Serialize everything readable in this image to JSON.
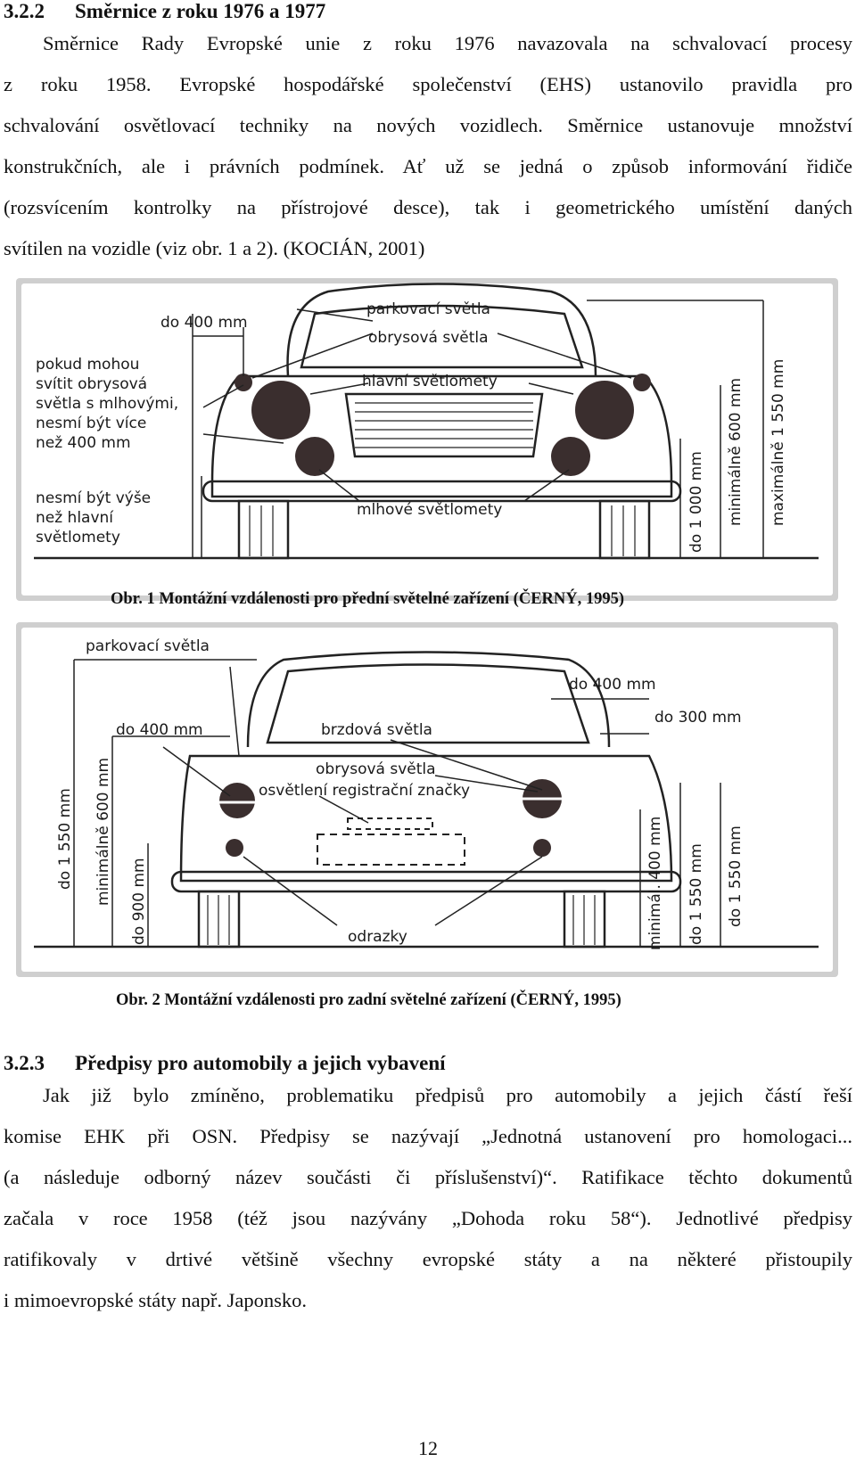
{
  "section_322": {
    "number": "3.2.2",
    "title": "Směrnice z roku 1976 a 1977",
    "lines": [
      "Směrnice Rady Evropské unie z roku 1976 navazovala na schvalovací procesy",
      "z roku 1958. Evropské hospodářské společenství (EHS) ustanovilo pravidla pro",
      "schvalování osvětlovací techniky na nových vozidlech. Směrnice ustanovuje množství",
      "konstrukčních, ale i právních podmínek. Ať už se jedná o způsob informování řidiče",
      "(rozsvícením kontrolky na přístrojové desce), tak i geometrického umístění daných",
      "svítilen na vozidle (viz obr. 1 a 2). (KOCIÁN, 2001)"
    ]
  },
  "figure1": {
    "caption": "Obr. 1 Montážní vzdálenosti pro přední světelné zařízení (ČERNÝ, 1995)",
    "labels": {
      "do400": "do 400 mm",
      "parking": "parkovací světla",
      "outline": "obrysová světla",
      "main": "hlavní světlomety",
      "fog": "mlhové světlomety",
      "left_note": [
        "pokud mohou",
        "svítit obrysová",
        "světla s mlhovými,",
        "nesmí být více",
        "než 400 mm"
      ],
      "bottom_note": [
        "nesmí být výše",
        "než hlavní",
        "světlomety"
      ],
      "v1": "do 1 000 mm",
      "v2": "minimálně 600 mm",
      "v3": "maximálně 1 550 mm"
    }
  },
  "figure2": {
    "caption": "Obr. 2 Montážní vzdálenosti pro zadní světelné zařízení (ČERNÝ, 1995)",
    "labels": {
      "parking": "parkovací světla",
      "do400_right": "do 400 mm",
      "do300": "do 300 mm",
      "do400_left": "do 400 mm",
      "brake": "brzdová světla",
      "outline": "obrysová světla",
      "plate": "osvětlení registrační značky",
      "reflectors": "odrazky",
      "v_l1": "do 1 550 mm",
      "v_l2": "minimálně 600 mm",
      "v_l3": "do 900 mm",
      "v_r1": "minimál. 400 mm",
      "v_r2": "do 1 550 mm",
      "v_r3": "do 1 550 mm"
    }
  },
  "section_323": {
    "number": "3.2.3",
    "title": "Předpisy pro automobily a jejich vybavení",
    "lines": [
      "Jak již bylo zmíněno, problematiku předpisů pro automobily a jejich částí řeší",
      "komise EHK při OSN. Předpisy se nazývají „Jednotná ustanovení pro homologaci...",
      "(a následuje odborný název součásti či příslušenství)“. Ratifikace těchto dokumentů",
      "začala v roce 1958 (též jsou nazývány „Dohoda roku 58“). Jednotlivé předpisy",
      "ratifikovaly v drtivé většině všechny evropské státy a na některé přistoupily",
      "i mimoevropské státy např. Japonsko."
    ]
  },
  "page_number": "12"
}
